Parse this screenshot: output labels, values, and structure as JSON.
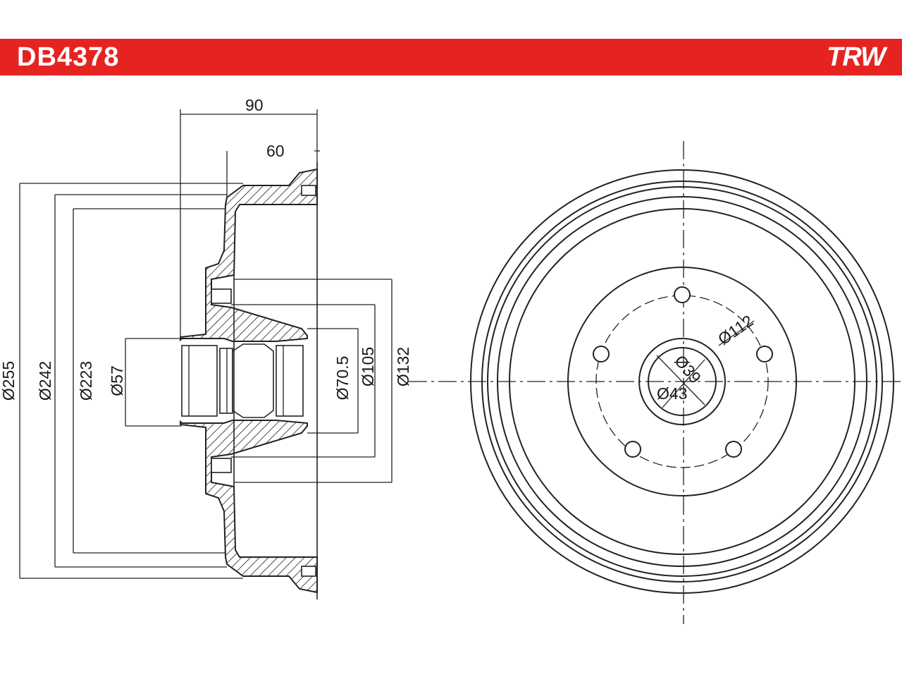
{
  "header": {
    "part_number": "DB4378",
    "brand": "TRW",
    "bar_color": "#e52421"
  },
  "section_view": {
    "width_dims": {
      "overall": "90",
      "flange": "60"
    },
    "diameter_dims": {
      "outer": "Ø255",
      "braking": "Ø242",
      "inner": "Ø223",
      "bore": "Ø57",
      "hub_inner": "Ø70.5",
      "hub_outer": "Ø105",
      "flange": "Ø132"
    }
  },
  "front_view": {
    "pcd": "Ø112",
    "center_bore": "Ø39",
    "spigot": "Ø43"
  }
}
